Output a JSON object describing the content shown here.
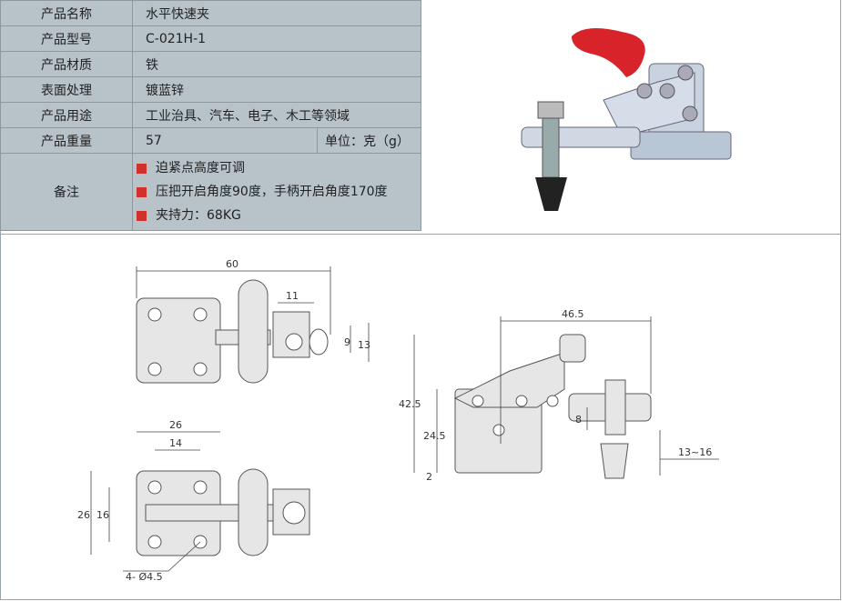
{
  "spec": {
    "rows": [
      {
        "label": "产品名称",
        "value": "水平快速夹"
      },
      {
        "label": "产品型号",
        "value": "C-021H-1"
      },
      {
        "label": "产品材质",
        "value": "铁"
      },
      {
        "label": "表面处理",
        "value": "镀蓝锌"
      },
      {
        "label": "产品用途",
        "value": "工业治具、汽车、电子、木工等领域"
      },
      {
        "label": "产品重量",
        "value": "57",
        "unit": "单位：克（g）"
      }
    ],
    "notes_label": "备注",
    "notes": [
      "迫紧点高度可调",
      "压把开启角度90度，手柄开启角度170度",
      "夹持力：68KG"
    ],
    "bullet_color": "#d0322b"
  },
  "drawing": {
    "top_view": {
      "overall": "60",
      "d11": "11",
      "d9": "9",
      "d13": "13"
    },
    "bottom_view": {
      "w26": "26",
      "w14": "14",
      "h26": "26",
      "h16": "16",
      "holes": "4- Ø4.5"
    },
    "side_view": {
      "w46": "46.5",
      "h42": "42.5",
      "h24": "24.5",
      "h2": "2",
      "h8": "8",
      "range": "13~16"
    }
  }
}
